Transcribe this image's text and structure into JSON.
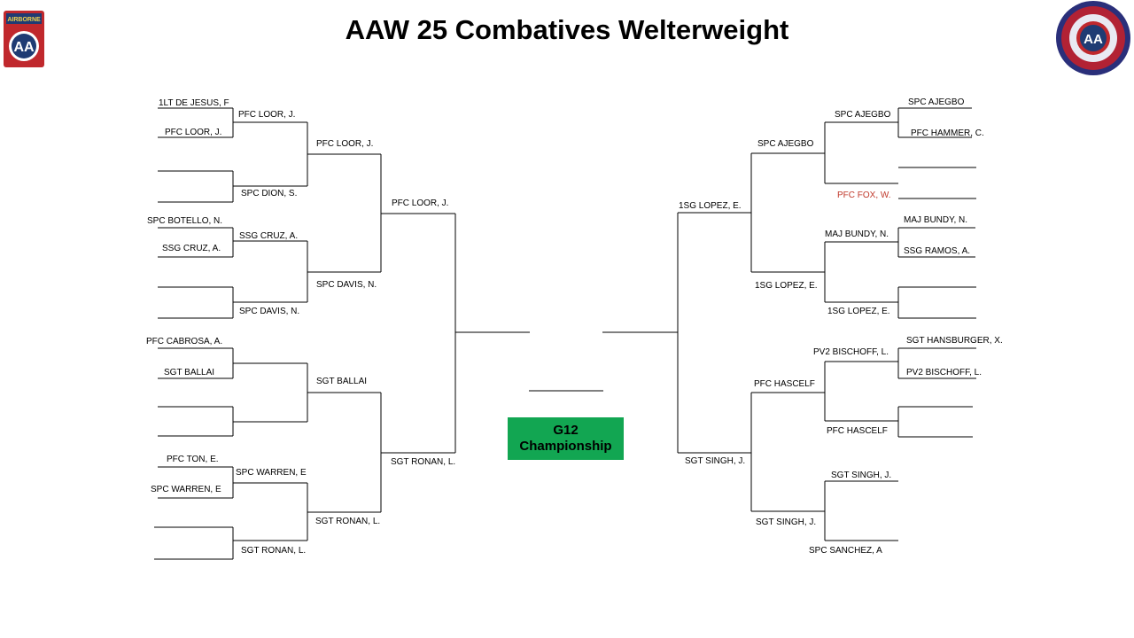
{
  "title": "AAW 25 Combatives Welterweight",
  "championship": {
    "line1": "G12",
    "line2": "Championship"
  },
  "logos": {
    "left": {
      "text": "AIRBORNE",
      "mark": "AA"
    },
    "right": {
      "mark": "AA"
    }
  },
  "colors": {
    "champ_box": "#12a652",
    "highlight_name": "#c0392b",
    "line": "#000000"
  },
  "names": {
    "l1_1": "1LT DE JESUS, F",
    "l1_2": "PFC LOOR, J.",
    "l1_3": "SPC BOTELLO, N.",
    "l1_4": "SSG CRUZ, A.",
    "l1_5": "PFC CABROSA, A.",
    "l1_6": "SGT BALLAI",
    "l1_7": "PFC TON, E.",
    "l1_8": "SPC WARREN, E",
    "l2_1": "PFC LOOR, J.",
    "l2_2": "SPC DION, S.",
    "l2_3": "SSG CRUZ, A.",
    "l2_4": "SPC DAVIS, N.",
    "l2_5": "SPC WARREN, E",
    "l2_6": "SGT RONAN, L.",
    "l3_1": "PFC LOOR, J.",
    "l3_2": "SPC DAVIS, N.",
    "l3_3": "SGT BALLAI",
    "l3_4": "SGT RONAN, L.",
    "l4_1": "PFC LOOR, J.",
    "l4_2": "SGT RONAN, L.",
    "r1_1": "SPC AJEGBO",
    "r1_2": "PFC HAMMER, C.",
    "r1_3": "MAJ BUNDY, N.",
    "r1_4": "SSG RAMOS, A.",
    "r1_5": "SGT HANSBURGER, X.",
    "r1_6": "PV2 BISCHOFF, L.",
    "r2_1": "SPC AJEGBO",
    "r2_2": "PFC FOX, W.",
    "r2_3": "MAJ BUNDY, N.",
    "r2_4": "1SG LOPEZ, E.",
    "r2_5": "PV2 BISCHOFF, L.",
    "r2_6": "PFC HASCELF",
    "r2_7": "SGT SINGH, J.",
    "r2_8": "SPC SANCHEZ, A",
    "r3_1": "SPC AJEGBO",
    "r3_2": "1SG LOPEZ, E.",
    "r3_3": "PFC HASCELF",
    "r3_4": "SGT SINGH, J.",
    "r4_1": "1SG LOPEZ, E.",
    "r4_2": "SGT SINGH, J."
  }
}
